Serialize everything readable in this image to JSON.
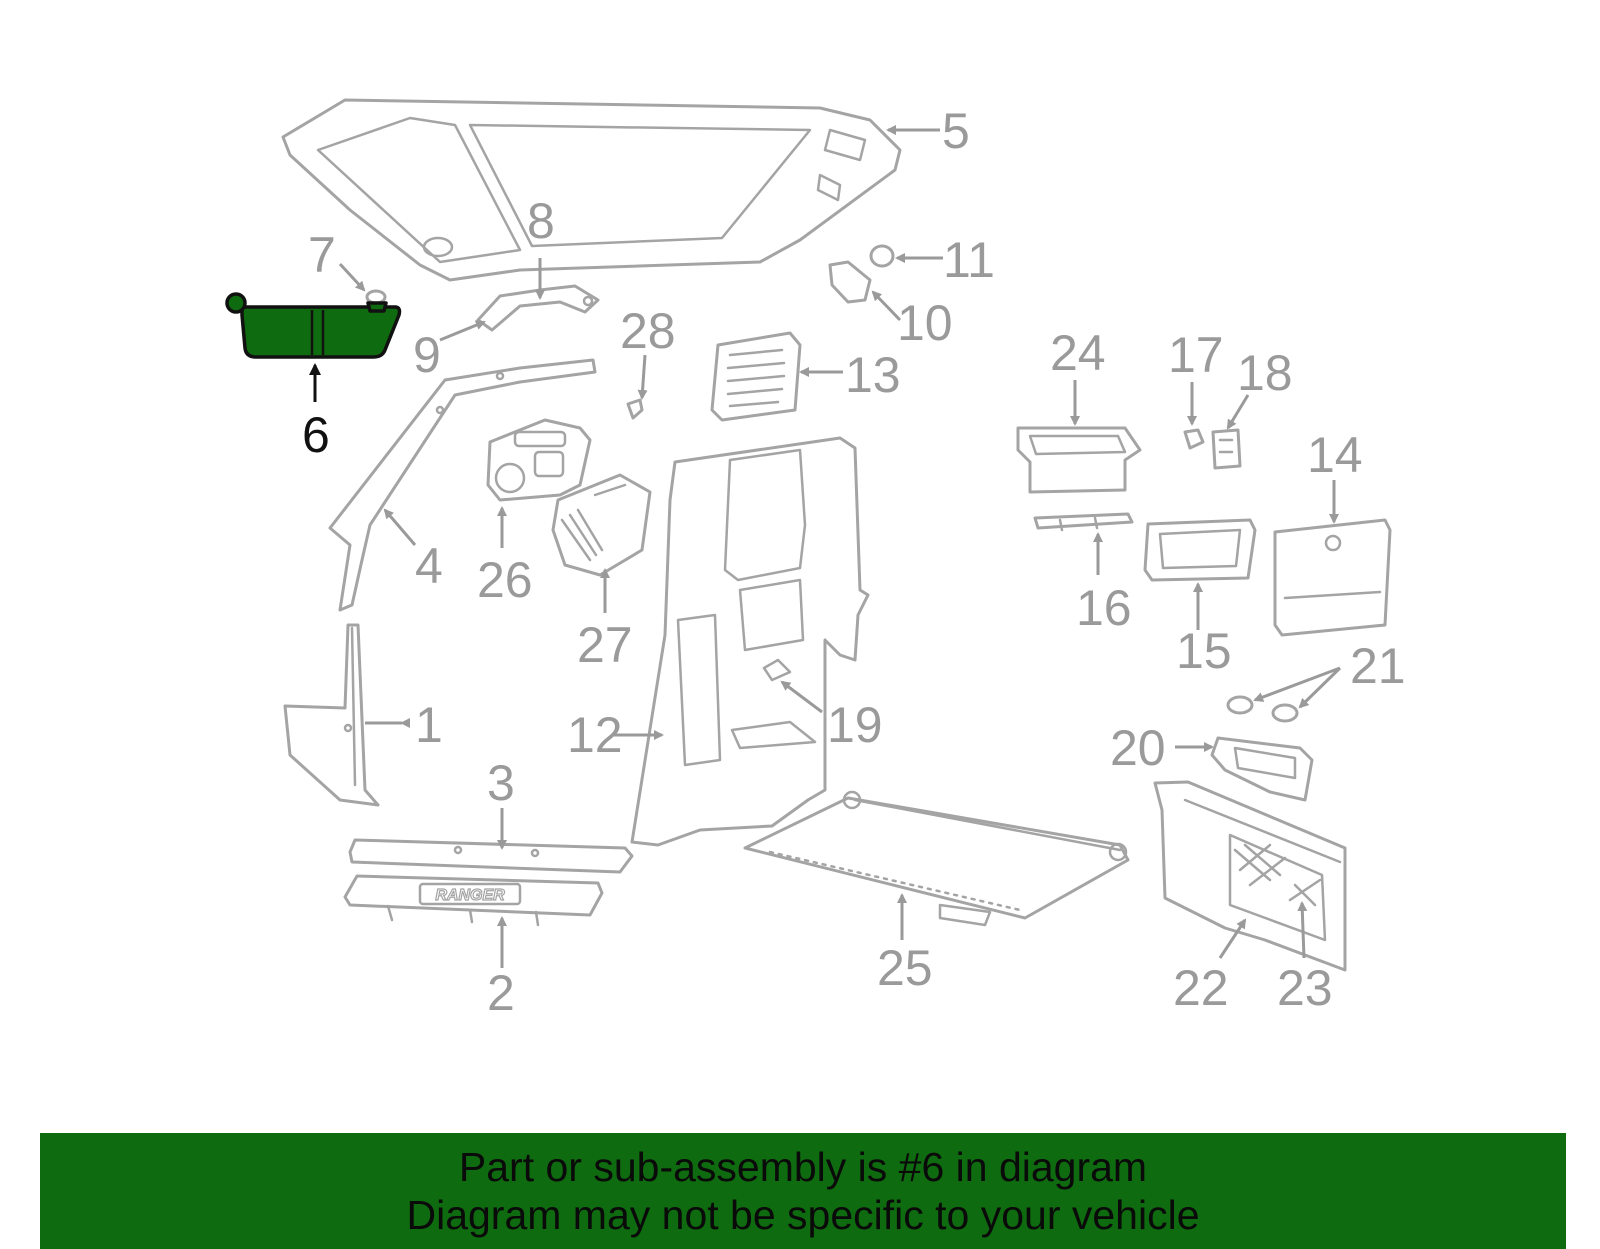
{
  "diagram": {
    "highlighted_callout": "6",
    "highlight_color": "#0f6b0f",
    "callouts": [
      "1",
      "2",
      "3",
      "4",
      "5",
      "6",
      "7",
      "8",
      "9",
      "10",
      "11",
      "12",
      "13",
      "14",
      "15",
      "16",
      "17",
      "18",
      "19",
      "20",
      "21",
      "22",
      "23",
      "24",
      "25",
      "26",
      "27",
      "28"
    ],
    "sill_badge_text": "RANGER"
  },
  "footer": {
    "line1": "Part or sub-assembly is #6 in diagram",
    "line2": "Diagram may not be specific to your vehicle",
    "background": "#0f6b0f"
  }
}
